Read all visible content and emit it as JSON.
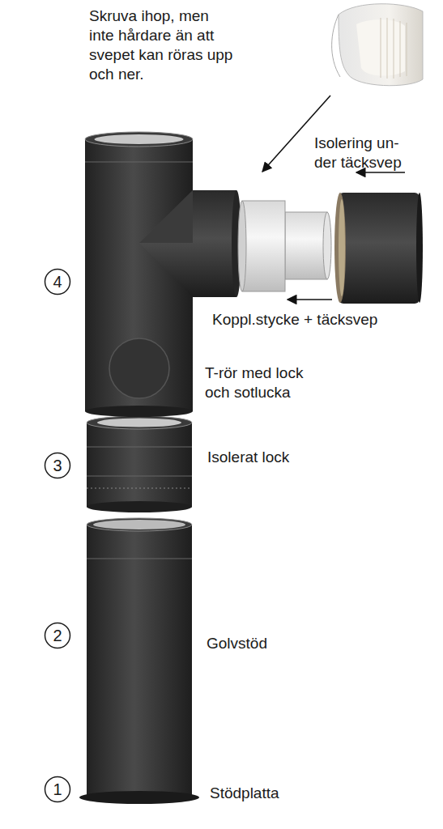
{
  "diagram": {
    "nodes": [
      {
        "text": [
          "4"
        ]
      },
      {
        "text": [
          "3"
        ]
      },
      {
        "text": [
          "2"
        ]
      },
      {
        "text": [
          "1"
        ]
      }
    ],
    "labels": [
      "Skruva ihop, men inte hårdare än att svepet kan röras upp och ner.",
      "Isolering un- der täcksvep",
      "Koppl.stycke + täcksvep",
      "T-rör med lock och sotlucka",
      "Isolerat lock",
      "Golvstöd",
      "Stödplatta"
    ]
  }
}
